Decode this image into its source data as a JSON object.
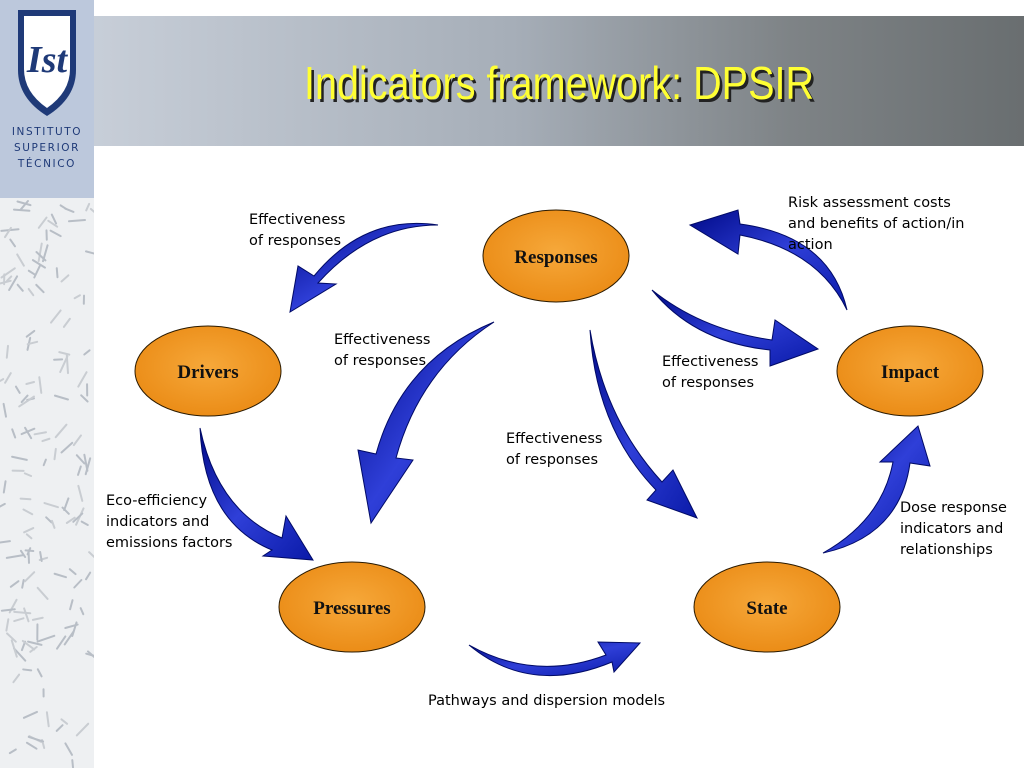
{
  "header": {
    "title": "Indicators framework: DPSIR",
    "logo_mark": "Ist",
    "logo_lines": [
      "INSTITUTO",
      "SUPERIOR",
      "TÉCNICO"
    ]
  },
  "colors": {
    "node_fill": "#f0921c",
    "arrow_fill": "#2f3fd8",
    "arrow_dark": "#000a88",
    "title": "#ffff33"
  },
  "nodes": {
    "responses": "Responses",
    "drivers": "Drivers",
    "impact": "Impact",
    "pressures": "Pressures",
    "state": "State"
  },
  "captions": {
    "effectiveness_top_left": "Effectiveness\nof responses",
    "effectiveness_center_left": "Effectiveness\nof responses",
    "effectiveness_center_right": "Effectiveness\nof responses",
    "effectiveness_center": "Effectiveness\nof responses",
    "risk_assessment": "Risk assessment costs\nand benefits of action/in\naction",
    "eco_efficiency": "Eco-efficiency\nindicators and\nemissions factors",
    "dose_response": "Dose response\nindicators and\nrelationships",
    "pathways": "Pathways and dispersion models"
  }
}
